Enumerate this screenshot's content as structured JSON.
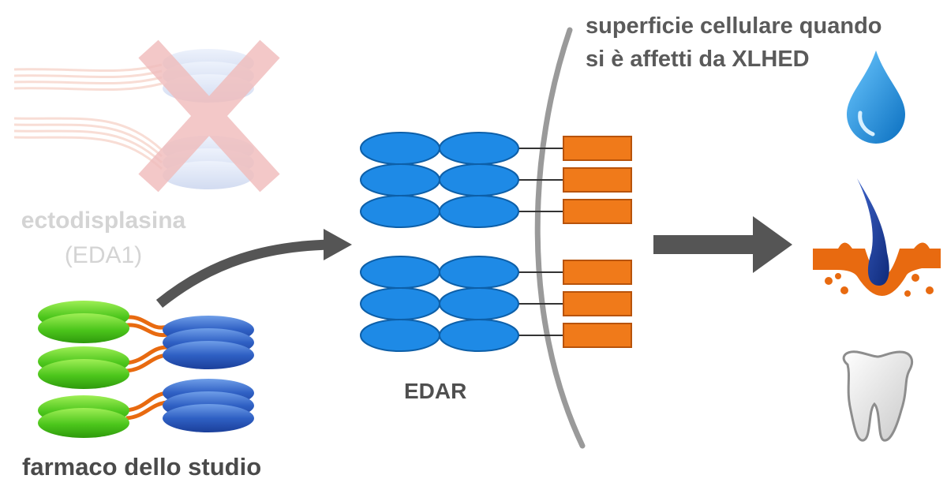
{
  "labels": {
    "surface_line1": "superficie cellulare quando",
    "surface_line2": "si è affetti da XLHED",
    "eda_line1": "ectodisplasina",
    "eda_line2": "(EDA1)",
    "drug": "farmaco dello studio",
    "edar": "EDAR"
  },
  "outcome_icons": [
    "water-drop-icon",
    "hair-follicle-icon",
    "tooth-icon"
  ],
  "colors": {
    "receptor_blue": "#1e8ae6",
    "receptor_orange": "#f07a1a",
    "drug_green": "#4cc61c",
    "drug_blue": "#2f60c4",
    "linker_orange": "#e86a10",
    "arrow_gray": "#555555",
    "membrane_gray": "#9a9a9a",
    "cross_red": "#e8a0a0"
  }
}
